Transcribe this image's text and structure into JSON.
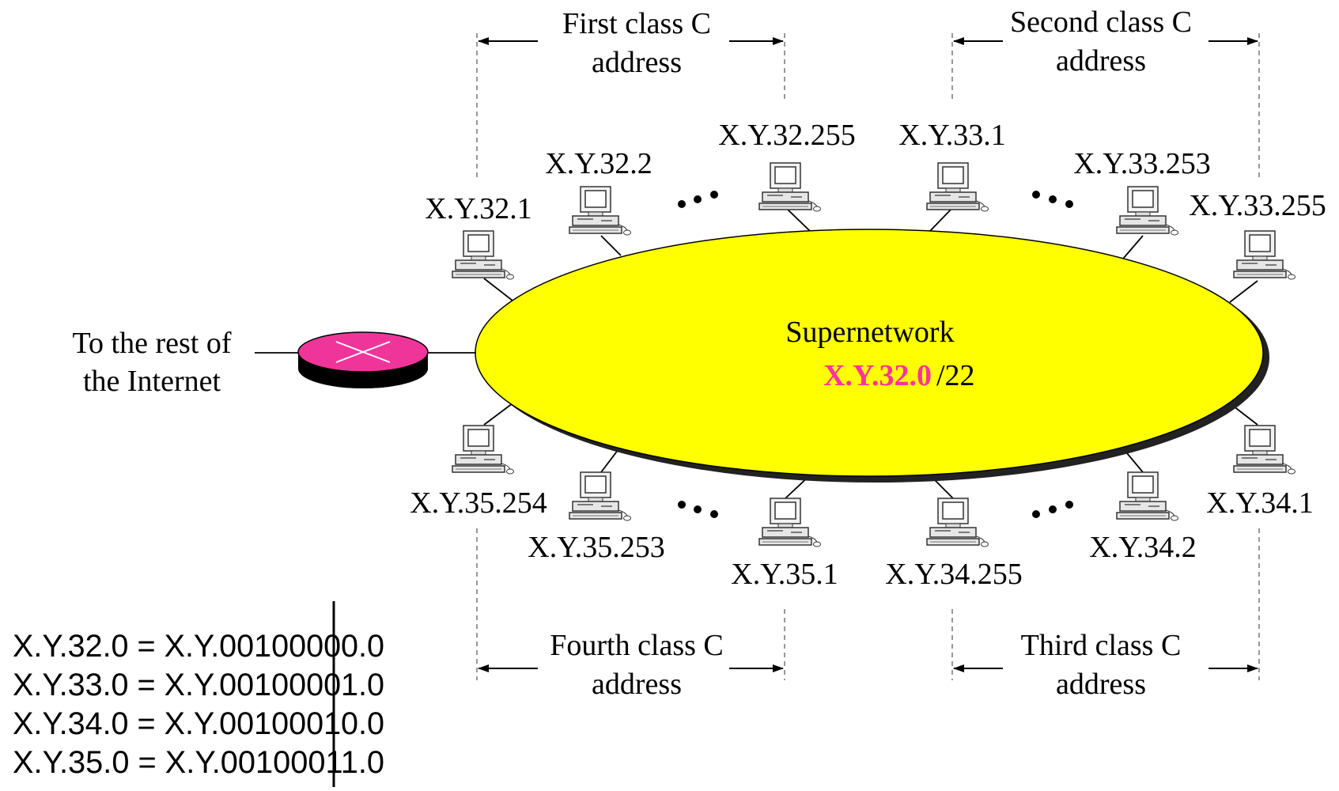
{
  "network": {
    "name": "Supernetwork",
    "address": "X.Y.32.0",
    "prefix": "/22",
    "fill_color": "#ffff00",
    "address_color": "#ff3399"
  },
  "router": {
    "label_line1": "To the rest of",
    "label_line2": "the Internet",
    "color": "#f0359a",
    "icon": "router-icon"
  },
  "ranges": {
    "first": {
      "line1": "First class C",
      "line2": "address"
    },
    "second": {
      "line1": "Second class C",
      "line2": "address"
    },
    "third": {
      "line1": "Third class C",
      "line2": "address"
    },
    "fourth": {
      "line1": "Fourth class C",
      "line2": "address"
    }
  },
  "hosts": [
    {
      "id": "h-32-1",
      "label": "X.Y.32.1"
    },
    {
      "id": "h-32-2",
      "label": "X.Y.32.2"
    },
    {
      "id": "h-32-255",
      "label": "X.Y.32.255"
    },
    {
      "id": "h-33-1",
      "label": "X.Y.33.1"
    },
    {
      "id": "h-33-253",
      "label": "X.Y.33.253"
    },
    {
      "id": "h-33-255",
      "label": "X.Y.33.255"
    },
    {
      "id": "h-34-1",
      "label": "X.Y.34.1"
    },
    {
      "id": "h-34-2",
      "label": "X.Y.34.2"
    },
    {
      "id": "h-34-255",
      "label": "X.Y.34.255"
    },
    {
      "id": "h-35-1",
      "label": "X.Y.35.1"
    },
    {
      "id": "h-35-253",
      "label": "X.Y.35.253"
    },
    {
      "id": "h-35-254",
      "label": "X.Y.35.254"
    }
  ],
  "binary": [
    {
      "left": "X.Y.32.0 = X.Y.00100000.0"
    },
    {
      "left": "X.Y.33.0 = X.Y.00100001.0"
    },
    {
      "left": "X.Y.34.0 = X.Y.00100010.0"
    },
    {
      "left": "X.Y.35.0 = X.Y.00100011.0"
    }
  ]
}
